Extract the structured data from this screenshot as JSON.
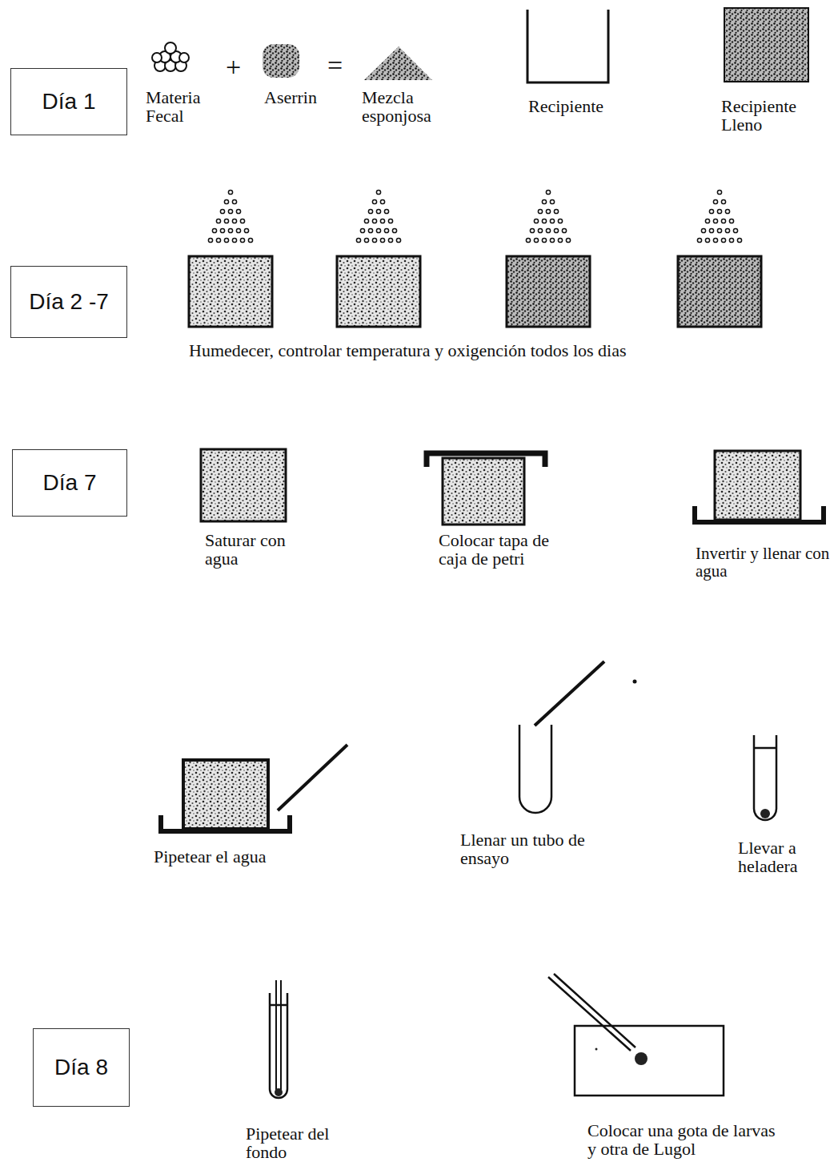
{
  "diagram": {
    "nodes": [
      {
        "text": [
          "Día 1"
        ]
      },
      {
        "text": [
          "Día 2 -7"
        ]
      },
      {
        "text": [
          "Día 7"
        ]
      },
      {
        "text": [
          "Día 8"
        ]
      }
    ],
    "labels": [
      "+",
      "=",
      "Materia Fecal",
      "Aserrin",
      "Mezcla esponjosa",
      "Recipiente",
      "Recipiente Lleno",
      "Humedecer, controlar temperatura y oxigención todos los dias",
      "Saturar con agua",
      "Colocar tapa de caja de petri",
      "Invertir y llenar con agua",
      "Pipetear el agua",
      "Llenar un tubo de ensayo",
      "Llevar a heladera",
      "Pipetear del fondo",
      "Colocar una gota de larvas y otra de Lugol"
    ]
  }
}
